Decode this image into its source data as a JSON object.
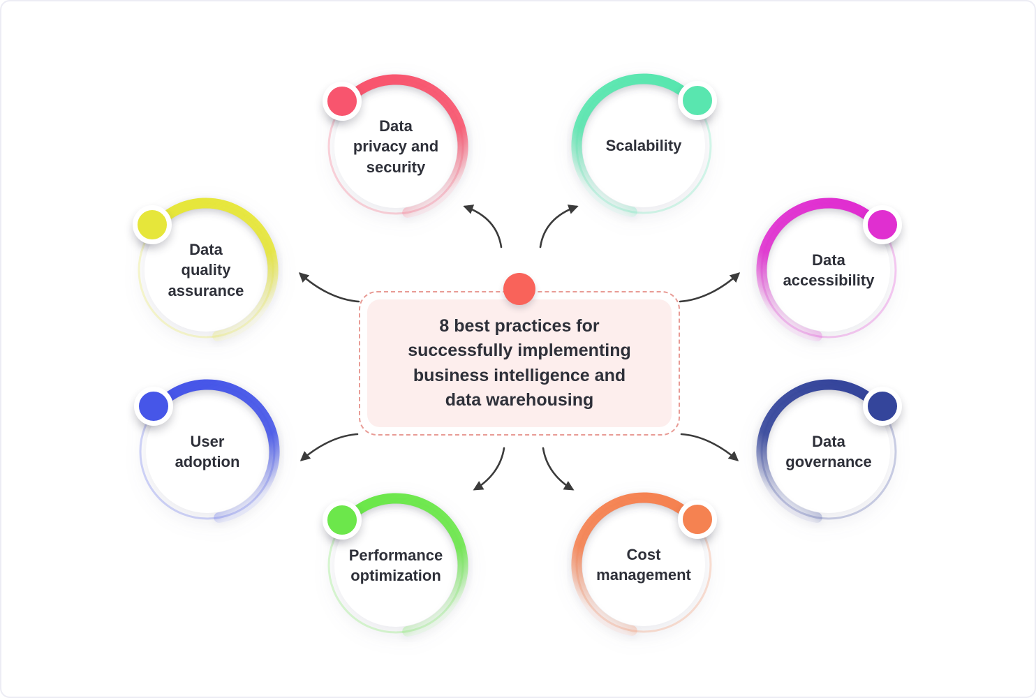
{
  "title": "8 best practices for\nsuccessfully implementing\nbusiness intelligence and\ndata warehousing",
  "center": {
    "dot_color": "#f9635a",
    "box_fill": "#fdeeed",
    "border_color": "#e89b95"
  },
  "colors": {
    "arrow": "#3b3b3b",
    "text": "#2e3039"
  },
  "nodes": [
    {
      "id": "data-privacy-and-security",
      "label": "Data\nprivacy and\nsecurity",
      "color": "#f8556e"
    },
    {
      "id": "scalability",
      "label": "Scalability",
      "color": "#59e6af"
    },
    {
      "id": "data-quality-assurance",
      "label": "Data\nquality\nassurance",
      "color": "#e6e63a"
    },
    {
      "id": "data-accessibility",
      "label": "Data\naccessibility",
      "color": "#e02fd0"
    },
    {
      "id": "user-adoption",
      "label": "User\nadoption",
      "color": "#4656e8"
    },
    {
      "id": "data-governance",
      "label": "Data\ngovernance",
      "color": "#34459b"
    },
    {
      "id": "performance-optimization",
      "label": "Performance\noptimization",
      "color": "#6ce74b"
    },
    {
      "id": "cost-management",
      "label": "Cost\nmanagement",
      "color": "#f58251"
    }
  ]
}
